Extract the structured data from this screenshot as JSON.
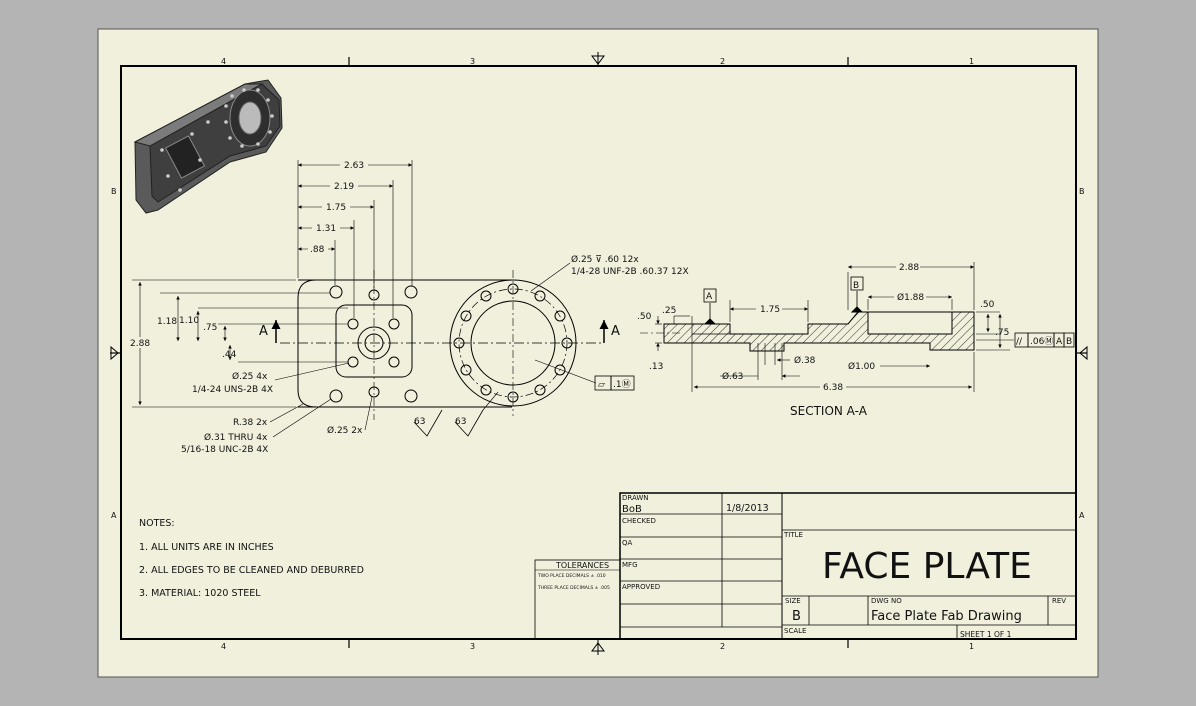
{
  "zones": {
    "columns": [
      "4",
      "3",
      "2",
      "1"
    ],
    "rows": [
      "B",
      "A"
    ]
  },
  "views": {
    "front": {
      "dimensions": {
        "top": [
          "2.63",
          "2.19",
          "1.75",
          "1.31",
          ".88"
        ],
        "left": [
          "2.88",
          "1.18",
          "1.10",
          ".75",
          ".44"
        ]
      },
      "callouts": {
        "hole_25": "Ø.25 4x",
        "thread_25": "1/4-24 UNS-2B 4X",
        "radius": "R.38 2x",
        "hole_31": "Ø.31 THRU 4x",
        "thread_31": "5/16-18 UNC-2B 4X",
        "hole_25_2x": "Ø.25 2x",
        "bolt_circle": "Ø.25 ⊽ .60 12x",
        "bolt_thread": "1/4-28 UNF-2B .60.37 12X",
        "finish_1": "63",
        "finish_2": "63",
        "cut_label_left": "A",
        "cut_label_right": "A"
      },
      "fcf_flatness": {
        "symbol": "⏥",
        "value": ".1Ⓜ"
      }
    },
    "section": {
      "title": "SECTION A-A",
      "datum_a": "A",
      "datum_b": "B",
      "dimensions": {
        "top_2_88": "2.88",
        "dia_1_88": "Ø1.88",
        "d_50_right": ".50",
        "d_75_right": ".75",
        "d_1_75": "1.75",
        "d_25": ".25",
        "d_50_left": ".50",
        "d_13": ".13",
        "dia_38": "Ø.38",
        "dia_1_00": "Ø1.00",
        "dia_63": "Ø.63",
        "d_6_38": "6.38"
      },
      "fcf_parallel": {
        "symbol": "//",
        "value": ".06Ⓜ",
        "datums": [
          "A",
          "B"
        ]
      }
    }
  },
  "notes": {
    "heading": "NOTES:",
    "items": [
      "1. ALL UNITS ARE IN INCHES",
      "2. ALL EDGES TO BE CLEANED AND DEBURRED",
      "3. MATERIAL: 1020 STEEL"
    ]
  },
  "tolerances": {
    "heading": "TOLERANCES",
    "line1": "TWO PLACE DECIMALS  ± .010",
    "line2": "THREE PLACE DECIMALS ± .005"
  },
  "title_block": {
    "drawn_label": "DRAWN",
    "drawn_by": "BoB",
    "drawn_date": "1/8/2013",
    "checked_label": "CHECKED",
    "qa_label": "QA",
    "mfg_label": "MFG",
    "approved_label": "APPROVED",
    "title_label": "TITLE",
    "title": "FACE PLATE",
    "size_label": "SIZE",
    "size": "B",
    "dwg_no_label": "DWG NO",
    "dwg_no": "Face Plate Fab Drawing",
    "rev_label": "REV",
    "scale_label": "SCALE",
    "sheet": "SHEET 1  OF 1"
  },
  "colors": {
    "paper": "#f1f0dd",
    "background": "#b4b4b4",
    "line": "#000000",
    "part_shade": "#5a5a5a"
  }
}
